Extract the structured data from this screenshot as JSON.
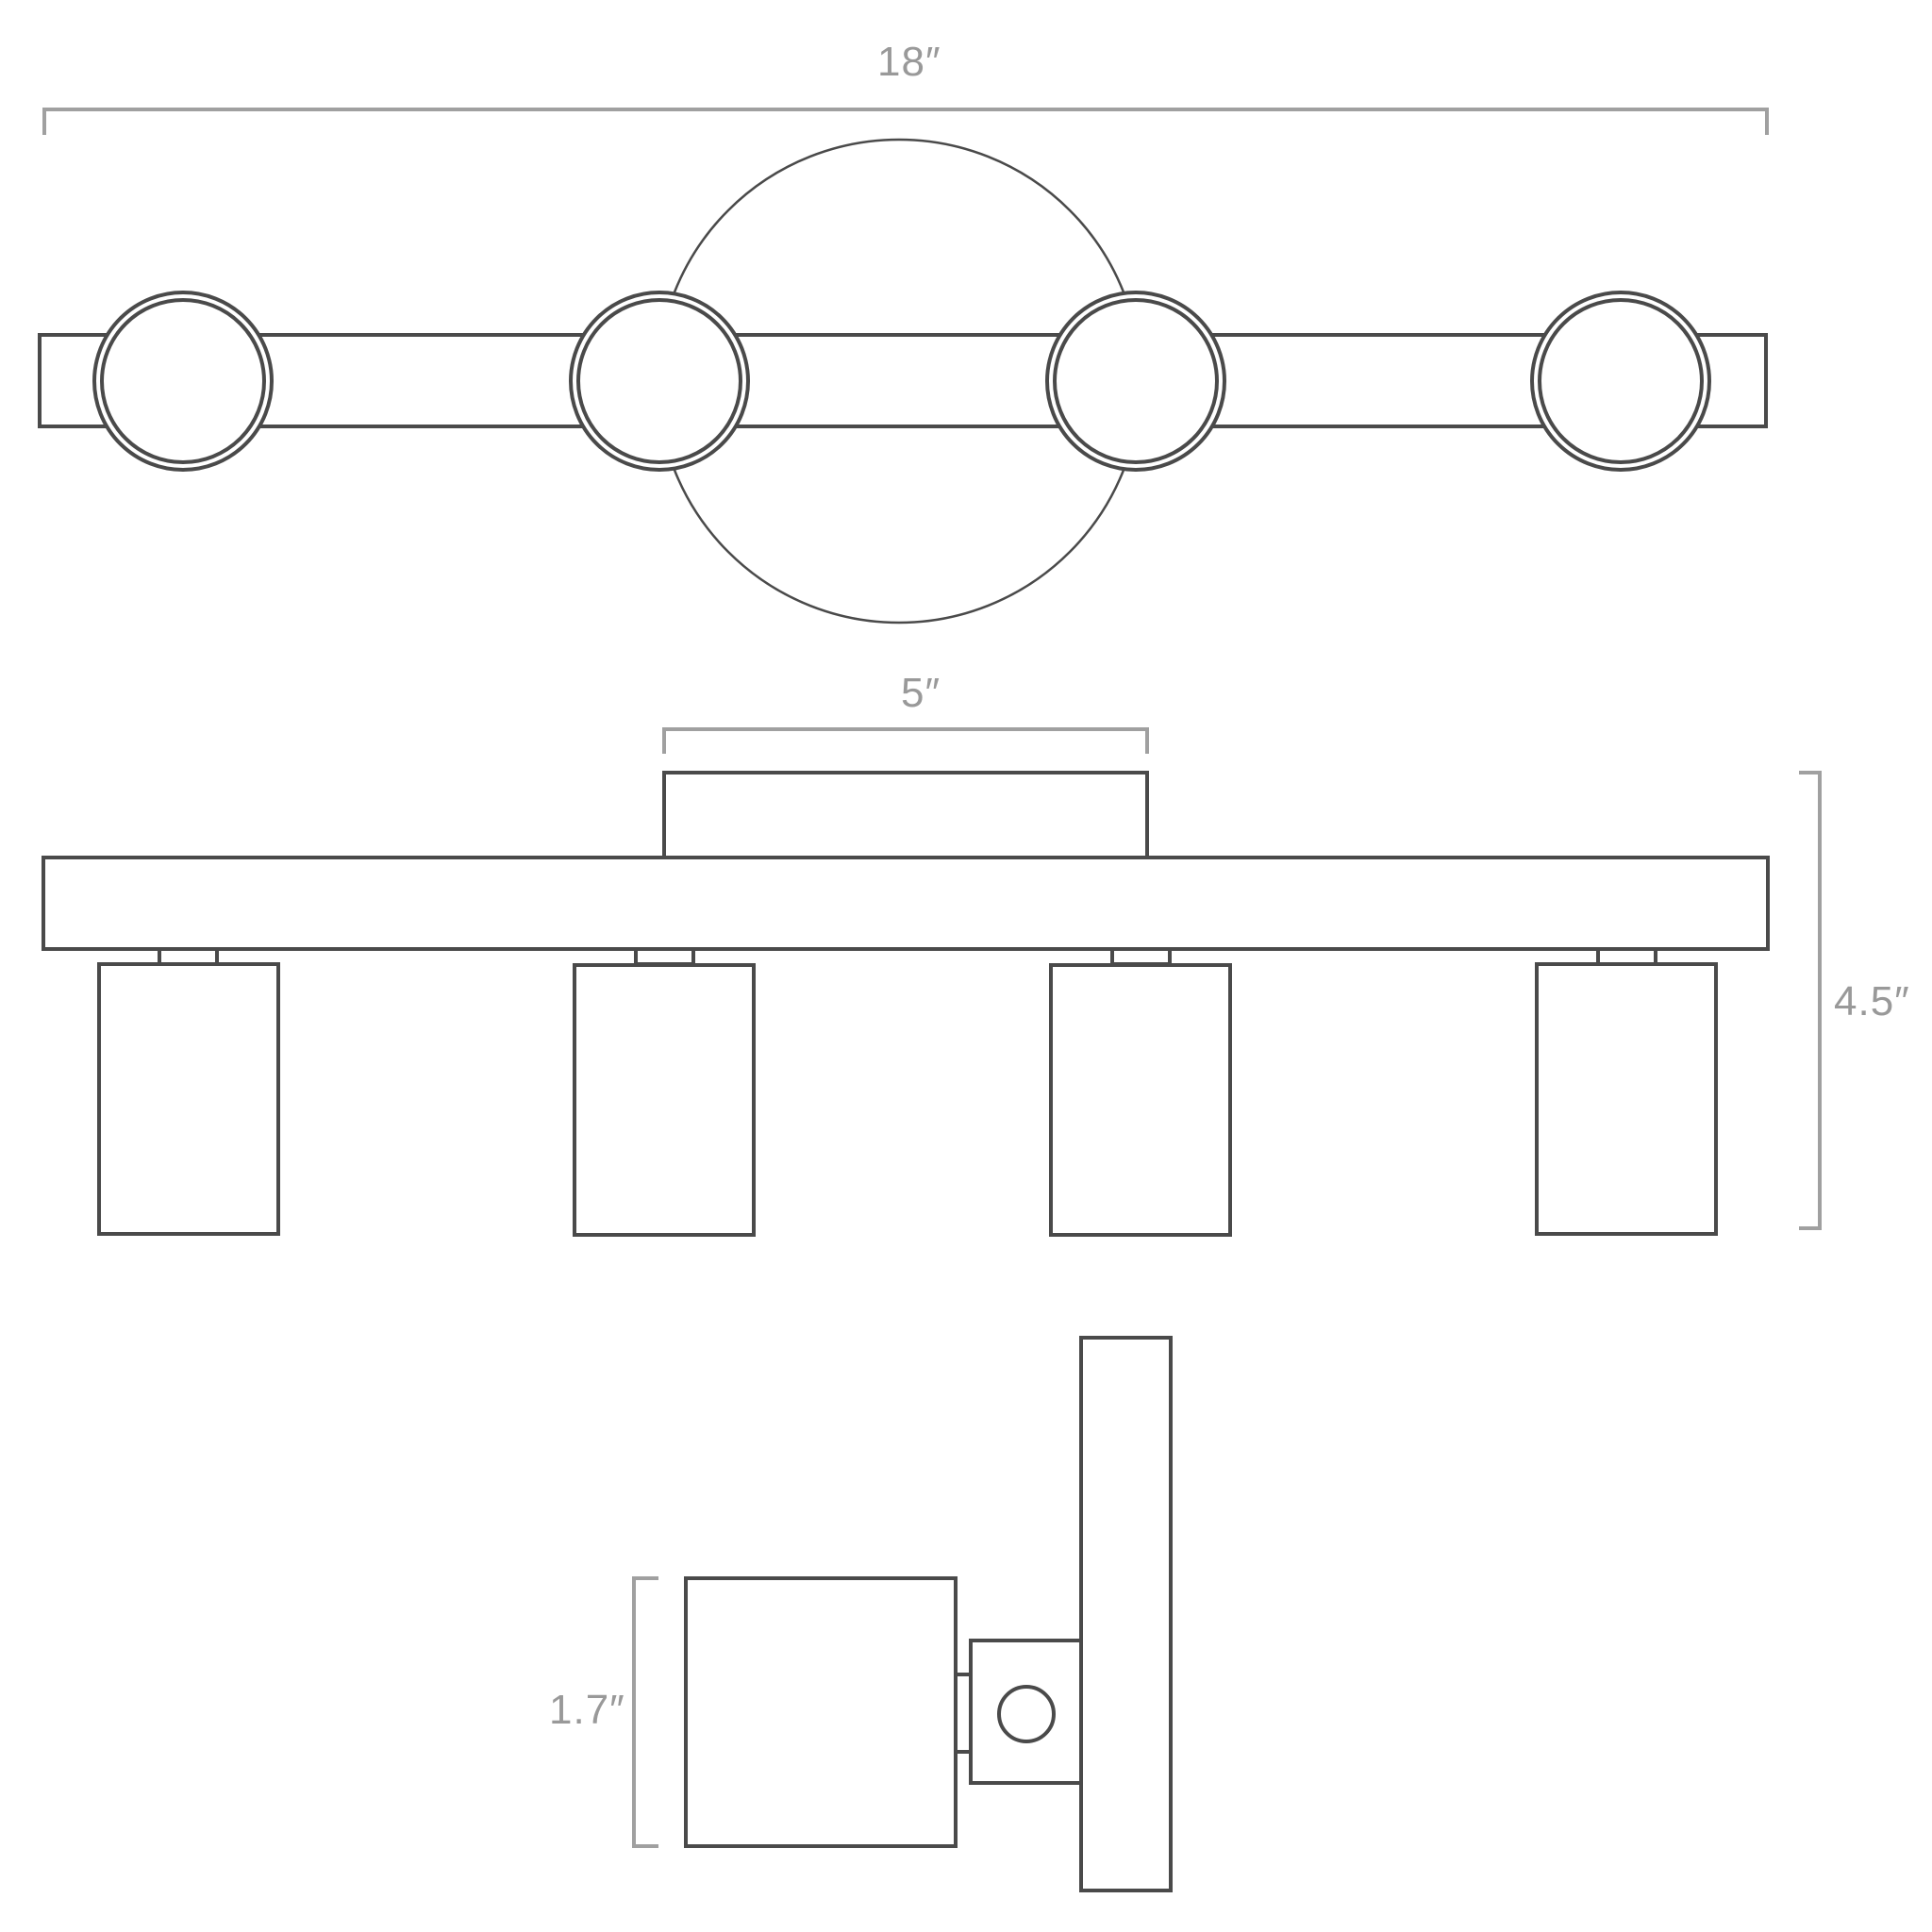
{
  "colors": {
    "outline": "#4a4a4a",
    "dimension": "#a0a0a0",
    "label": "#999999",
    "background": "#ffffff"
  },
  "views": {
    "top": {
      "width_dimension": "18″",
      "pendant_count": 4
    },
    "front": {
      "canopy_dimension": "5″",
      "height_dimension": "4.5″",
      "shade_count": 4
    },
    "side": {
      "shade_dimension": "1.7″"
    }
  }
}
